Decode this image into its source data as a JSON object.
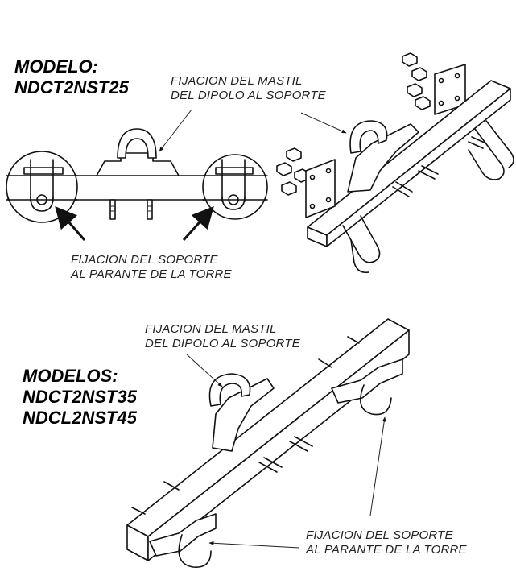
{
  "top_section": {
    "model_title": "MODELO:",
    "model_code": "NDCT2NST25",
    "mast_label_line1": "FIJACION DEL MASTIL",
    "mast_label_line2": "DEL DIPOLO AL SOPORTE",
    "support_label_line1": "FIJACION DEL SOPORTE",
    "support_label_line2": "AL PARANTE DE LA TORRE"
  },
  "bottom_section": {
    "models_title": "MODELOS:",
    "model_code_1": "NDCT2NST35",
    "model_code_2": "NDCL2NST45",
    "mast_label_line1": "FIJACION DEL MASTIL",
    "mast_label_line2": "DEL DIPOLO AL SOPORTE",
    "support_label_line1": "FIJACION DEL SOPORTE",
    "support_label_line2": "AL PARANTE DE LA TORRE"
  }
}
